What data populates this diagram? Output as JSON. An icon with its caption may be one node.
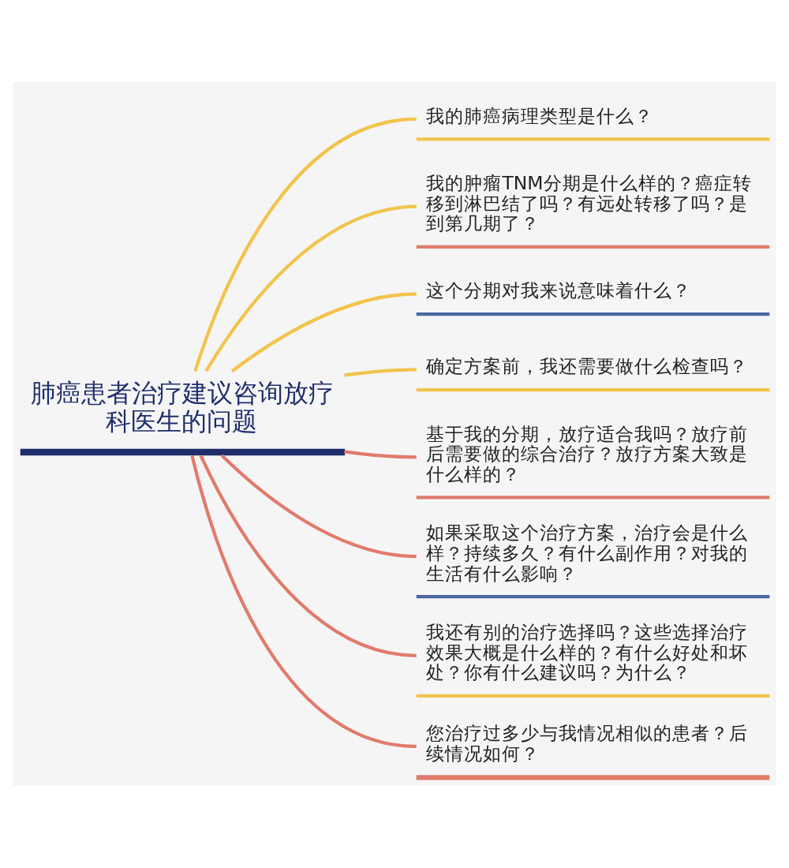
{
  "diagram": {
    "nodes": [
      {
        "text": [
          "肺癌患者治疗建议咨询放疗科医生的问题"
        ]
      },
      {
        "text": [
          "我的肺癌病理类型是什么？"
        ]
      },
      {
        "text": [
          "我的肿瘤TNM分期是什么样的？癌症转移到淋巴结了吗？有远处转移了吗？是到第几期了？"
        ]
      },
      {
        "text": [
          "这个分期对我来说意味着什么？"
        ]
      },
      {
        "text": [
          "确定方案前，我还需要做什么检查吗？"
        ]
      },
      {
        "text": [
          "基于我的分期，放疗适合我吗？放疗前后需要做的综合治疗？放疗方案大致是什么样的？"
        ]
      },
      {
        "text": [
          "如果采取这个治疗方案，治疗会是什么样？持续多久？有什么副作用？对我的生活有什么影响？"
        ]
      },
      {
        "text": [
          "我还有别的治疗选择吗？这些选择治疗效果大概是什么样的？有什么好处和坏处？你有什么建议吗？为什么？"
        ]
      },
      {
        "text": [
          "您治疗过多少与我情况相似的患者？后续情况如何？"
        ]
      }
    ],
    "edges": [
      {
        "from": 0,
        "to": 1,
        "arrow": "none"
      },
      {
        "from": 0,
        "to": 2,
        "arrow": "none"
      },
      {
        "from": 0,
        "to": 3,
        "arrow": "none"
      },
      {
        "from": 0,
        "to": 4,
        "arrow": "none"
      },
      {
        "from": 0,
        "to": 5,
        "arrow": "none",
        "color": "#e07b6c"
      },
      {
        "from": 0,
        "to": 6,
        "arrow": "none",
        "color": "#e07b6c"
      },
      {
        "from": 0,
        "to": 7,
        "arrow": "none",
        "color": "#e07b6c"
      },
      {
        "from": 0,
        "to": 8,
        "arrow": "none",
        "color": "#e07b6c"
      }
    ]
  }
}
